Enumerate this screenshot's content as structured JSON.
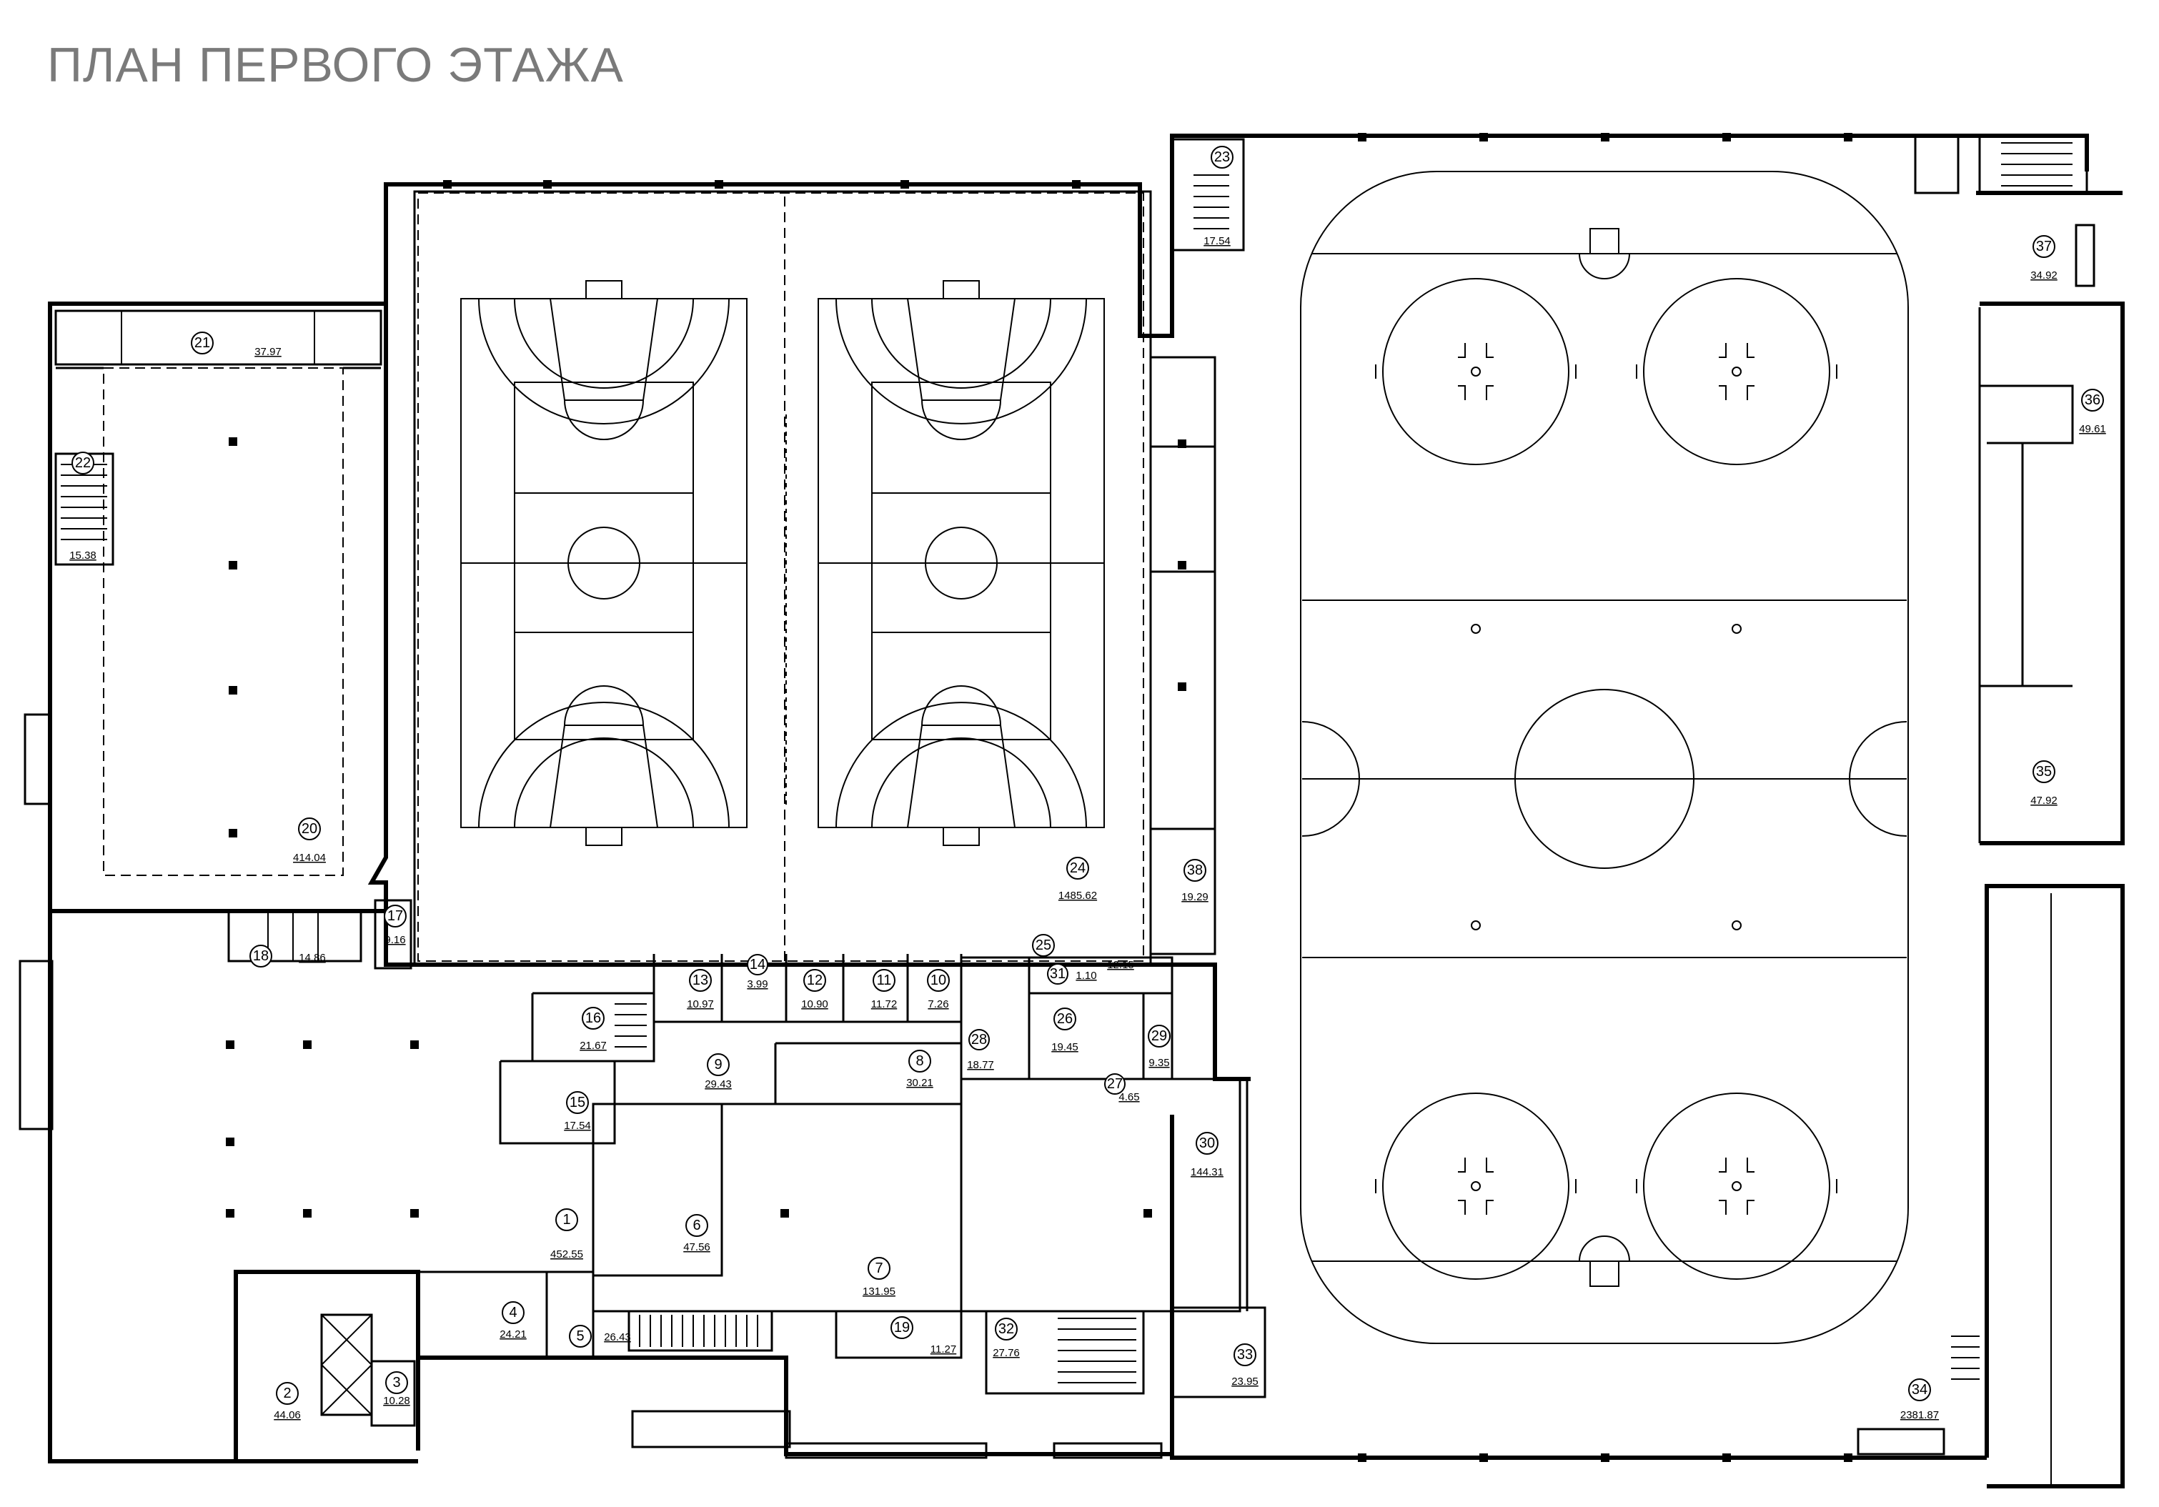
{
  "title": "ПЛАН ПЕРВОГО ЭТАЖА",
  "rooms": [
    {
      "id": "1",
      "area": "452.55"
    },
    {
      "id": "2",
      "area": "44.06"
    },
    {
      "id": "3",
      "area": "10.28"
    },
    {
      "id": "4",
      "area": "24.21"
    },
    {
      "id": "5",
      "area": "26.43"
    },
    {
      "id": "6",
      "area": "47.56"
    },
    {
      "id": "7",
      "area": "131.95"
    },
    {
      "id": "8",
      "area": "30.21"
    },
    {
      "id": "9",
      "area": "29.43"
    },
    {
      "id": "10",
      "area": "7.26"
    },
    {
      "id": "11",
      "area": "11.72"
    },
    {
      "id": "12",
      "area": "10.90"
    },
    {
      "id": "13",
      "area": "10.97"
    },
    {
      "id": "14",
      "area": "3.99"
    },
    {
      "id": "15",
      "area": "17.54"
    },
    {
      "id": "16",
      "area": "21.67"
    },
    {
      "id": "17",
      "area": "9.16"
    },
    {
      "id": "18",
      "area": "14.86"
    },
    {
      "id": "19",
      "area": "11.27"
    },
    {
      "id": "20",
      "area": "414.04"
    },
    {
      "id": "21",
      "area": "37.97"
    },
    {
      "id": "22",
      "area": "15.38"
    },
    {
      "id": "23",
      "area": "17.54"
    },
    {
      "id": "24",
      "area": "1485.62"
    },
    {
      "id": "25",
      "area": "12.15"
    },
    {
      "id": "26",
      "area": "19.45"
    },
    {
      "id": "27",
      "area": "4.65"
    },
    {
      "id": "28",
      "area": "18.77"
    },
    {
      "id": "29",
      "area": "9.35"
    },
    {
      "id": "30",
      "area": "144.31"
    },
    {
      "id": "31",
      "area": "1.10"
    },
    {
      "id": "32",
      "area": "27.76"
    },
    {
      "id": "33",
      "area": "23.95"
    },
    {
      "id": "34",
      "area": "2381.87"
    },
    {
      "id": "35",
      "area": "47.92"
    },
    {
      "id": "36",
      "area": "49.61"
    },
    {
      "id": "37",
      "area": "34.92"
    },
    {
      "id": "38",
      "area": "19.29"
    }
  ]
}
